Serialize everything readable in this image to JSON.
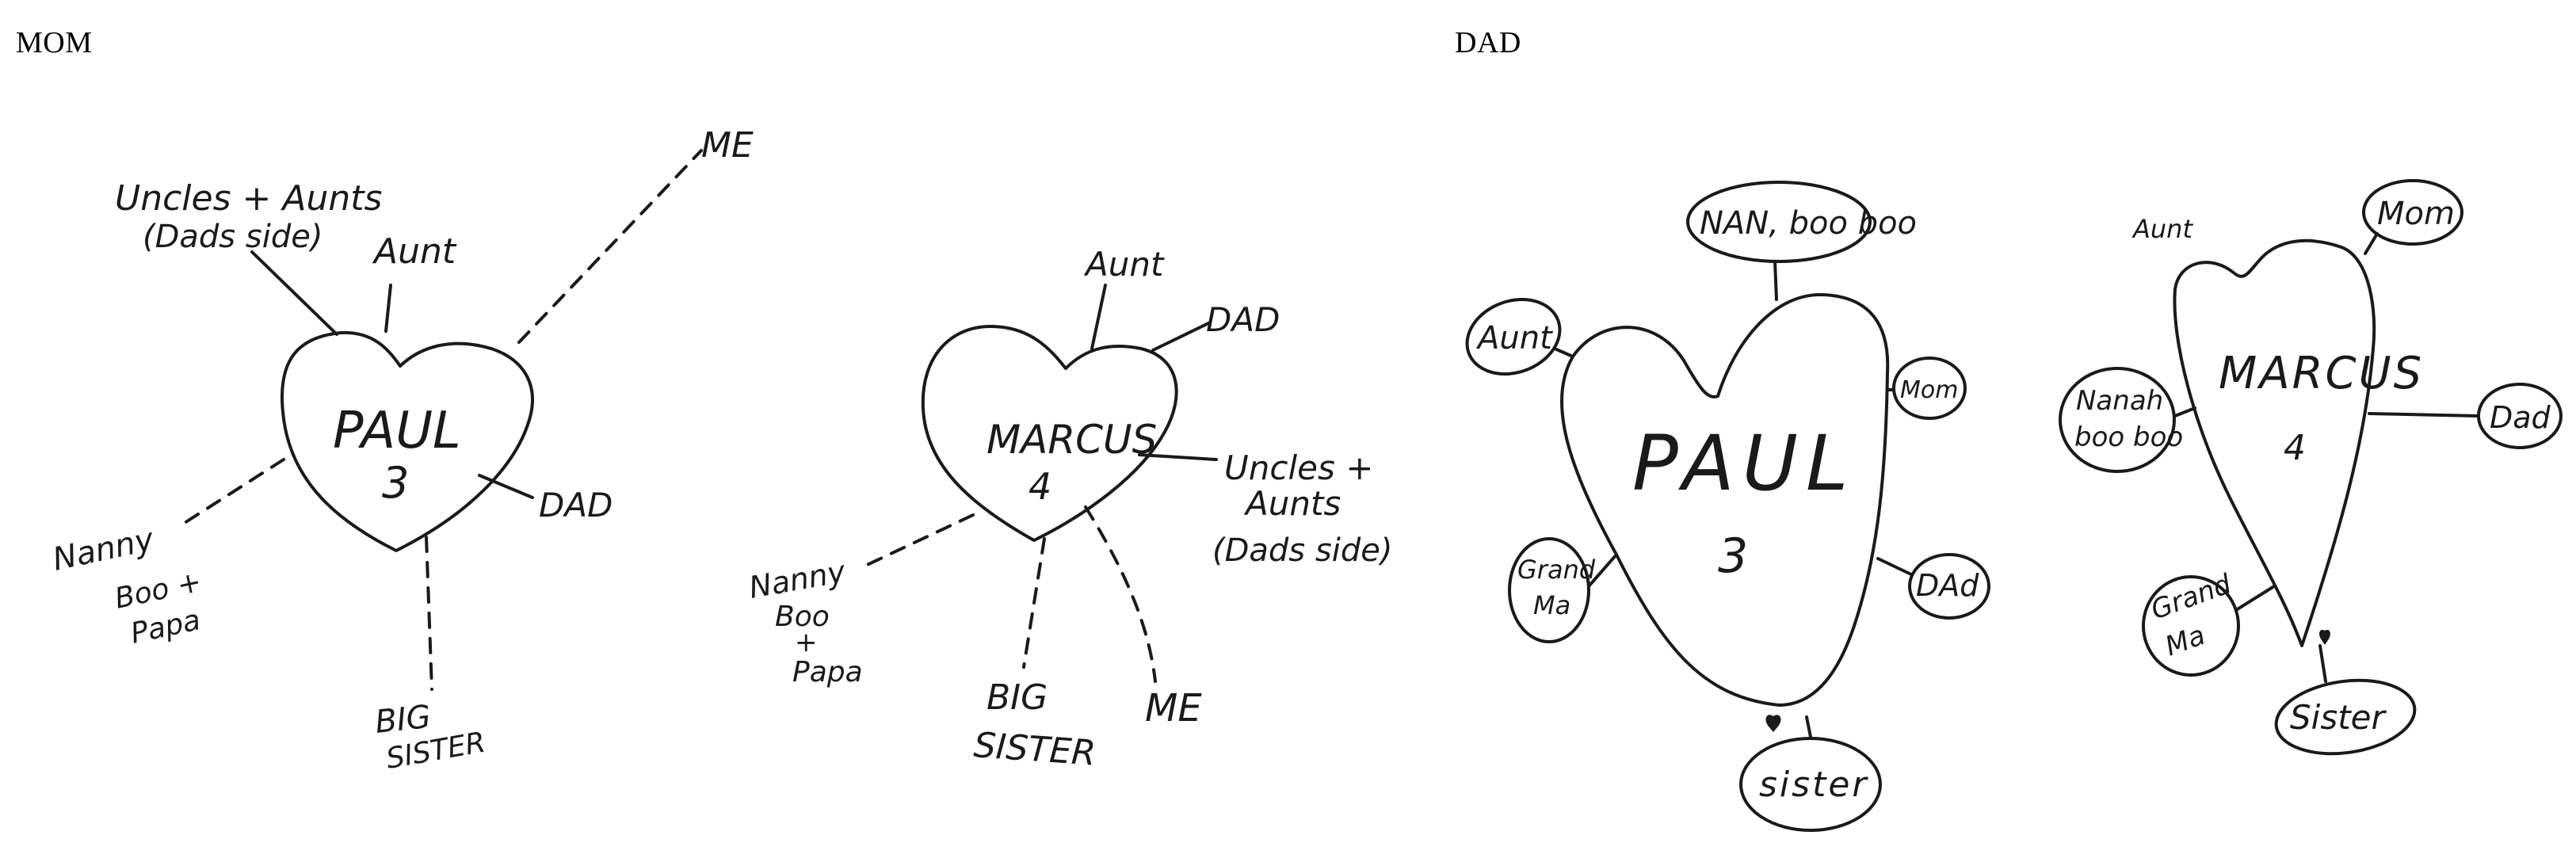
{
  "sections": {
    "mom": "MOM",
    "dad": "DAD"
  },
  "mom_paul": {
    "name": "PAUL",
    "age": "3",
    "uncles_line1": "Uncles + Aunts",
    "uncles_line2": "(Dads side)",
    "aunt": "Aunt",
    "me": "ME",
    "nanny_line1": "Nanny",
    "nanny_line2": "Boo +",
    "nanny_line3": "Papa",
    "dad": "DAD",
    "sister_line1": "BIG",
    "sister_line2": "SISTER"
  },
  "mom_marcus": {
    "name": "MARCUS",
    "age": "4",
    "aunt": "Aunt",
    "dad": "DAD",
    "uncles_line1": "Uncles +",
    "uncles_line2": "Aunts",
    "uncles_line3": "(Dads side)",
    "nanny_line1": "Nanny",
    "nanny_line2": "Boo",
    "nanny_line3": "+",
    "nanny_line4": "Papa",
    "sister_line1": "BIG",
    "sister_line2": "SISTER",
    "me": "ME"
  },
  "dad_paul": {
    "name": "PAUL",
    "age": "3",
    "nan": "NAN, boo boo",
    "aunt": "Aunt",
    "mom": "Mom",
    "grandma_line1": "Grand",
    "grandma_line2": "Ma",
    "dad": "DAd",
    "sister": "sister"
  },
  "dad_marcus": {
    "name": "MARCUS",
    "age": "4",
    "aunt": "Aunt",
    "mom": "Mom",
    "nana_line1": "Nanah",
    "nana_line2": "boo boo",
    "dad": "Dad",
    "grandma_line1": "Grand",
    "grandma_line2": "Ma",
    "sister": "Sister"
  }
}
